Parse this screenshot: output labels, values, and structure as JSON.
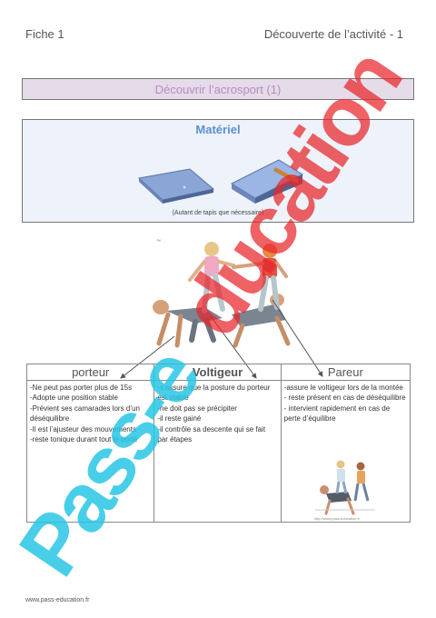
{
  "header": {
    "left": "Fiche 1",
    "right": "Découverte de l’activité - 1"
  },
  "title": "Découvrir l’acrosport (1)",
  "materiel": {
    "title": "Matériel",
    "note": "(Autant de tapis que nécessaire)"
  },
  "figure_caption": "™",
  "roles": [
    {
      "name": "porteur",
      "items": [
        "-Ne peut pas porter plus de 15s",
        "-Adopte une position stable",
        "-Prévient ses camarades lors d’un déséquilibre",
        "-Il est l’ajusteur des mouvements",
        "-reste tonique durant tout le porté"
      ]
    },
    {
      "name": "Voltigeur",
      "items": [
        "-s’assure que la posture du porteur est stable",
        "-ne doit pas se précipiter",
        "-il reste gainé",
        "-il contrôle sa descente qui se fait par étapes"
      ]
    },
    {
      "name": "Pareur",
      "items": [
        "-assure le voltigeur lors de la montée",
        "- reste présent en cas de déséquilibre",
        "- intervient rapidement en cas de perte d’équilibre"
      ]
    }
  ],
  "small_image_caption": "http://www.pass-education.fr",
  "watermark": "Pass-education",
  "footer": "www.pass-education.fr",
  "colors": {
    "title_bg": "#e6dbe9",
    "title_text": "#b48cc0",
    "materiel_text": "#5b8fcf",
    "watermark_cyan": "#29c6e6",
    "watermark_red": "#e8252a"
  }
}
